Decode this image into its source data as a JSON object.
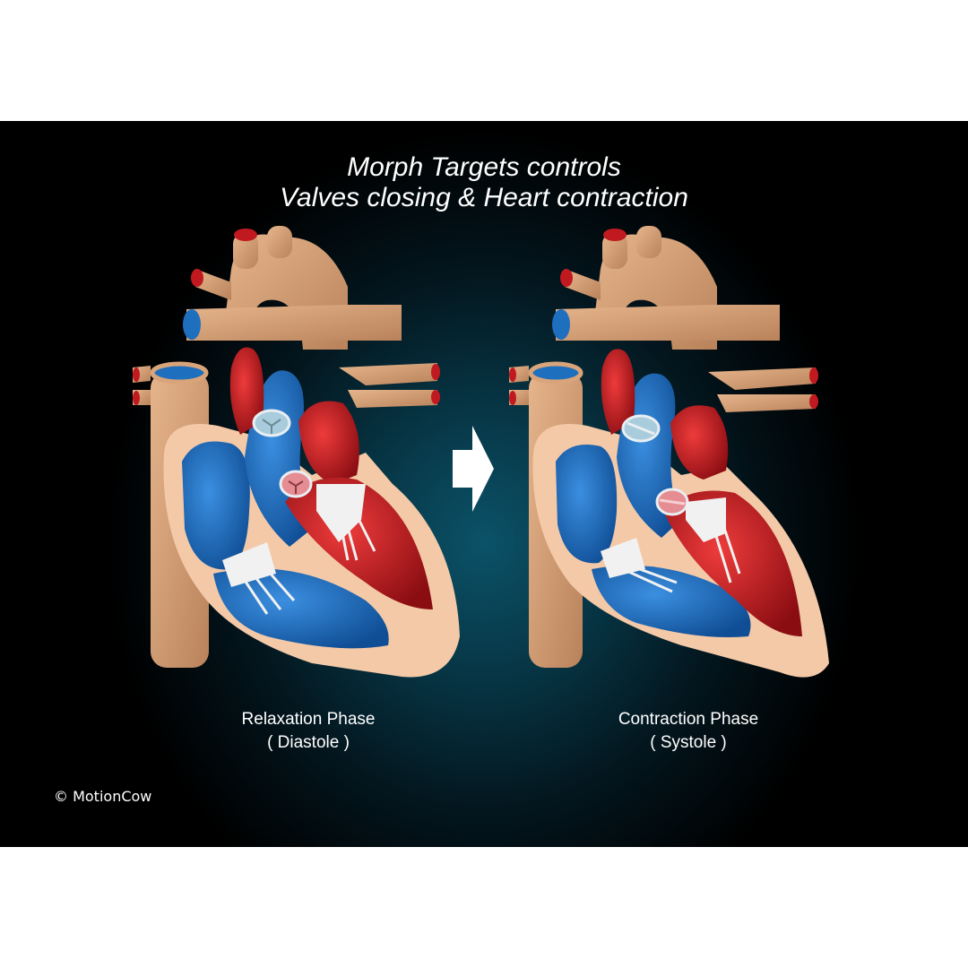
{
  "title": {
    "line1": "Morph Targets controls",
    "line2": "Valves closing & Heart contraction"
  },
  "hearts": [
    {
      "id": "left",
      "phase_label": "Relaxation Phase",
      "phase_sublabel": "( Diastole )",
      "state": "valves-open"
    },
    {
      "id": "right",
      "phase_label": "Contraction Phase",
      "phase_sublabel": "( Systole )",
      "state": "valves-closed"
    }
  ],
  "transition_icon": "right-arrow-icon",
  "credit": "© MotionCow",
  "colors": {
    "background_dark": "#000000",
    "background_glow": "#0b5268",
    "tissue": "#d9a47a",
    "tissue_cut": "#f4c9a8",
    "oxygenated": "#d21f26",
    "deoxygenated": "#1f6fbf",
    "valve": "#e8eef2",
    "text": "#ffffff"
  }
}
